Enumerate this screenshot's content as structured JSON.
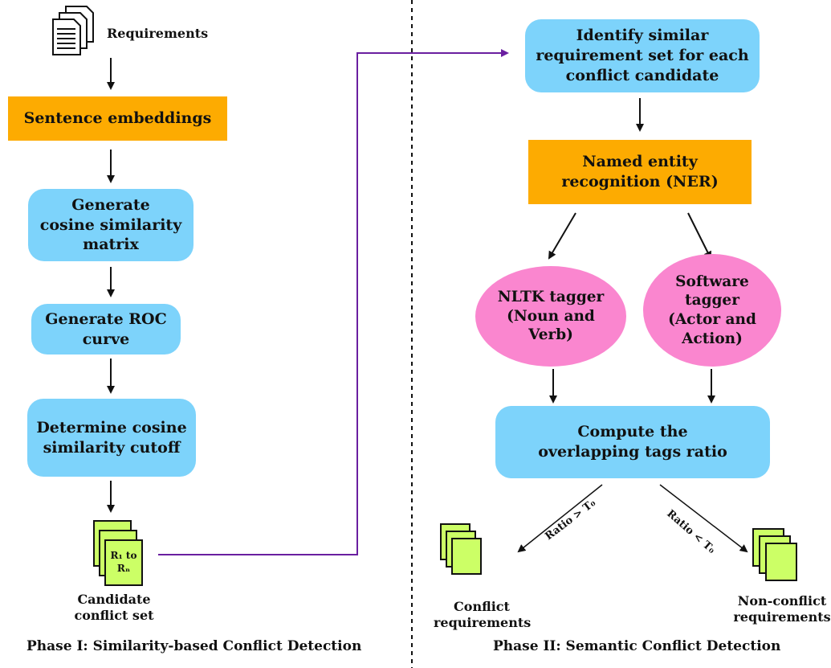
{
  "phase1": {
    "requirements_label": "Requirements",
    "sentence_embeddings": "Sentence embeddings",
    "cosine_matrix": [
      "Generate",
      "cosine similarity",
      "matrix"
    ],
    "roc_curve": [
      "Generate ROC",
      "curve"
    ],
    "cutoff": [
      "Determine cosine",
      "similarity cutoff"
    ],
    "candidate_doc_text": [
      "R₁ to",
      "Rₙ"
    ],
    "candidate_label": [
      "Candidate",
      "conflict set"
    ],
    "title": "Phase I: Similarity-based Conflict Detection"
  },
  "phase2": {
    "identify_similar": [
      "Identify similar",
      "requirement set for each",
      "conflict candidate"
    ],
    "ner": [
      "Named entity",
      "recognition (NER)"
    ],
    "nltk_tagger": [
      "NLTK tagger",
      "(Noun and",
      "Verb)"
    ],
    "software_tagger": [
      "Software",
      "tagger",
      "(Actor and",
      "Action)"
    ],
    "compute_ratio": [
      "Compute the",
      "overlapping tags ratio"
    ],
    "edge_gt": "Ratio > T₀",
    "edge_lt": "Ratio < T₀",
    "conflict_label": [
      "Conflict",
      "requirements"
    ],
    "nonconflict_label": [
      "Non-conflict",
      "requirements"
    ],
    "title": "Phase II: Semantic Conflict Detection"
  },
  "colors": {
    "process_blue": "#7dd3fb",
    "process_orange": "#fdab01",
    "tagger_pink": "#fa86cf",
    "document_green": "#ccff66",
    "connector_purple": "#6a1fa0"
  }
}
